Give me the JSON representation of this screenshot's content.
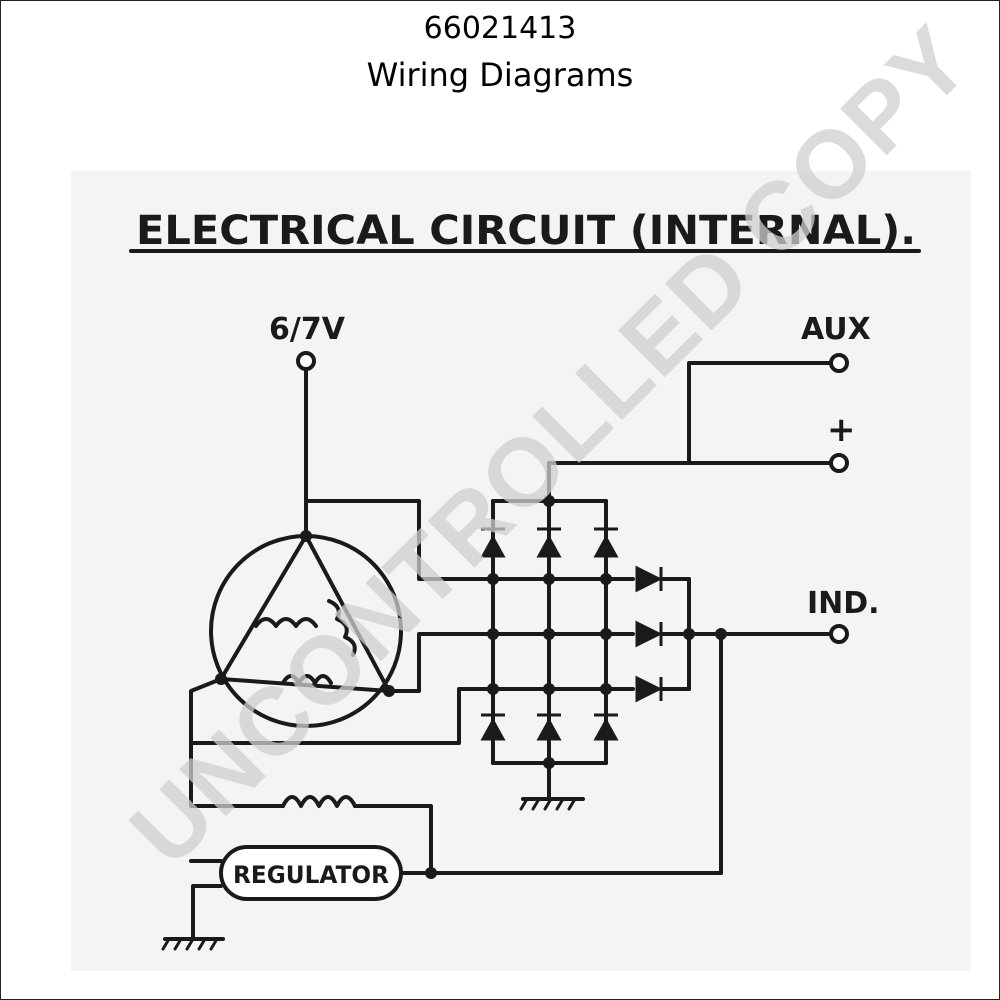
{
  "header": {
    "part_number": "66021413",
    "title": "Wiring Diagrams"
  },
  "diagram": {
    "heading": "ELECTRICAL CIRCUIT (INTERNAL).",
    "terminals": {
      "supply": "6/7V",
      "aux": "AUX",
      "positive": "+",
      "indicator": "IND."
    },
    "regulator_label": "REGULATOR"
  },
  "watermark": {
    "text": "UNCONTROLLED COPY"
  },
  "colors": {
    "line": "#1a1a1a",
    "paper": "#f4f4f2",
    "watermark": "#cfcfcf"
  }
}
